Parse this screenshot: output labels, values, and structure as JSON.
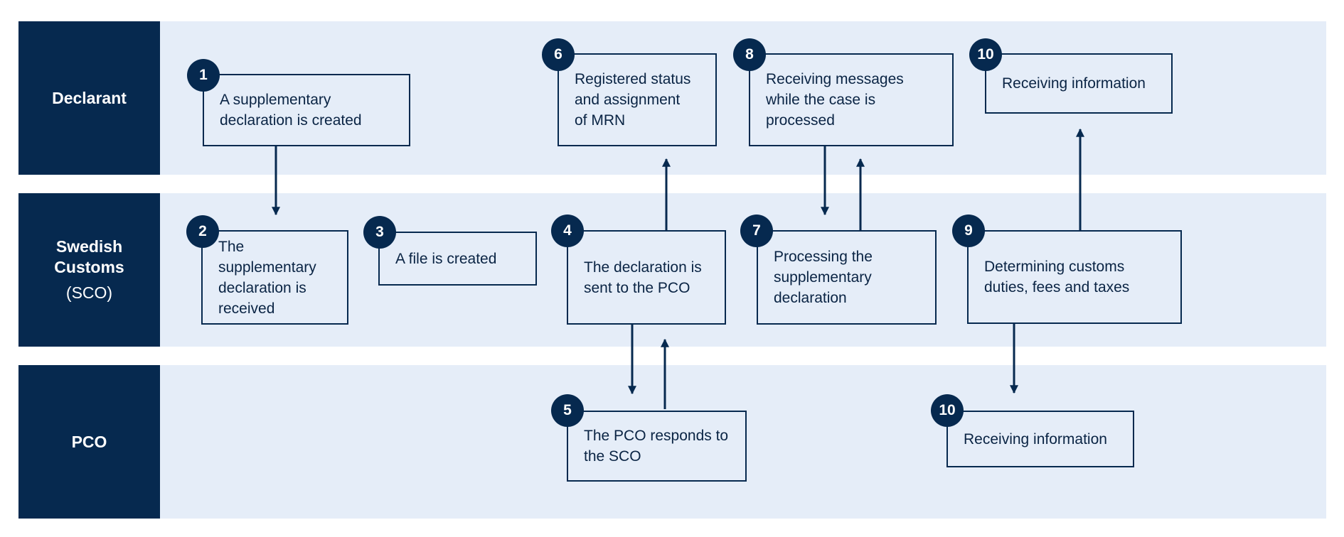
{
  "colors": {
    "lane_header": "#06294f",
    "lane_background": "#e5edf8",
    "box_border": "#06294f",
    "box_text": "#0a2444",
    "badge_fill": "#06294f",
    "arrow": "#06294f"
  },
  "lanes": {
    "declarant": {
      "name": "Declarant"
    },
    "sco": {
      "name": "Swedish\nCustoms",
      "sub": "(SCO)"
    },
    "pco": {
      "name": "PCO"
    }
  },
  "steps": {
    "s1": {
      "number": "1",
      "text": "A supplementary\ndeclaration is created"
    },
    "s2": {
      "number": "2",
      "text": "The\nsupplementary\ndeclaration is\nreceived"
    },
    "s3": {
      "number": "3",
      "text": "A file is created"
    },
    "s4": {
      "number": "4",
      "text": "The declaration is\nsent to the PCO"
    },
    "s5": {
      "number": "5",
      "text": "The PCO responds to\nthe SCO"
    },
    "s6": {
      "number": "6",
      "text": "Registered status\nand assignment\nof MRN"
    },
    "s7": {
      "number": "7",
      "text": "Processing the\nsupplementary\ndeclaration"
    },
    "s8": {
      "number": "8",
      "text": "Receiving messages\nwhile the case is\nprocessed"
    },
    "s9": {
      "number": "9",
      "text": "Determining customs\nduties, fees and taxes"
    },
    "s10a": {
      "number": "10",
      "text": "Receiving information"
    },
    "s10b": {
      "number": "10",
      "text": "Receiving information"
    }
  }
}
